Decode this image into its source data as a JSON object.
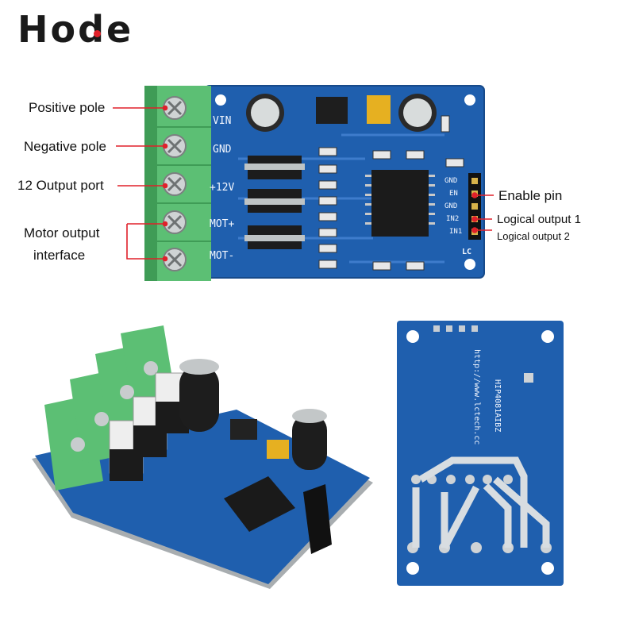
{
  "brand": {
    "name": "Hode",
    "accent": "#e0202a"
  },
  "callouts_left": {
    "positive_pole": "Positive pole",
    "negative_pole": "Negative pole",
    "output_port": "12 Output port",
    "motor_output_line1": "Motor output",
    "motor_output_line2": "interface"
  },
  "callouts_right": {
    "enable_pin": "Enable pin",
    "logical_output_1": "Logical output 1",
    "logical_output_2": "Logical output 2"
  },
  "board_silkscreen": {
    "terminals": [
      "VIN",
      "GND",
      "+12V",
      "MOT+",
      "MOT-"
    ],
    "header_pins": [
      "GND",
      "EN",
      "GND",
      "IN2",
      "IN1"
    ],
    "logo": "LC",
    "back_text_1": "HIP4081AIBZ",
    "back_text_2": "http://www.lctech.cc"
  },
  "colors": {
    "pcb": "#1f5fae",
    "terminal": "#62c47a",
    "leader_line": "#e0202a"
  }
}
